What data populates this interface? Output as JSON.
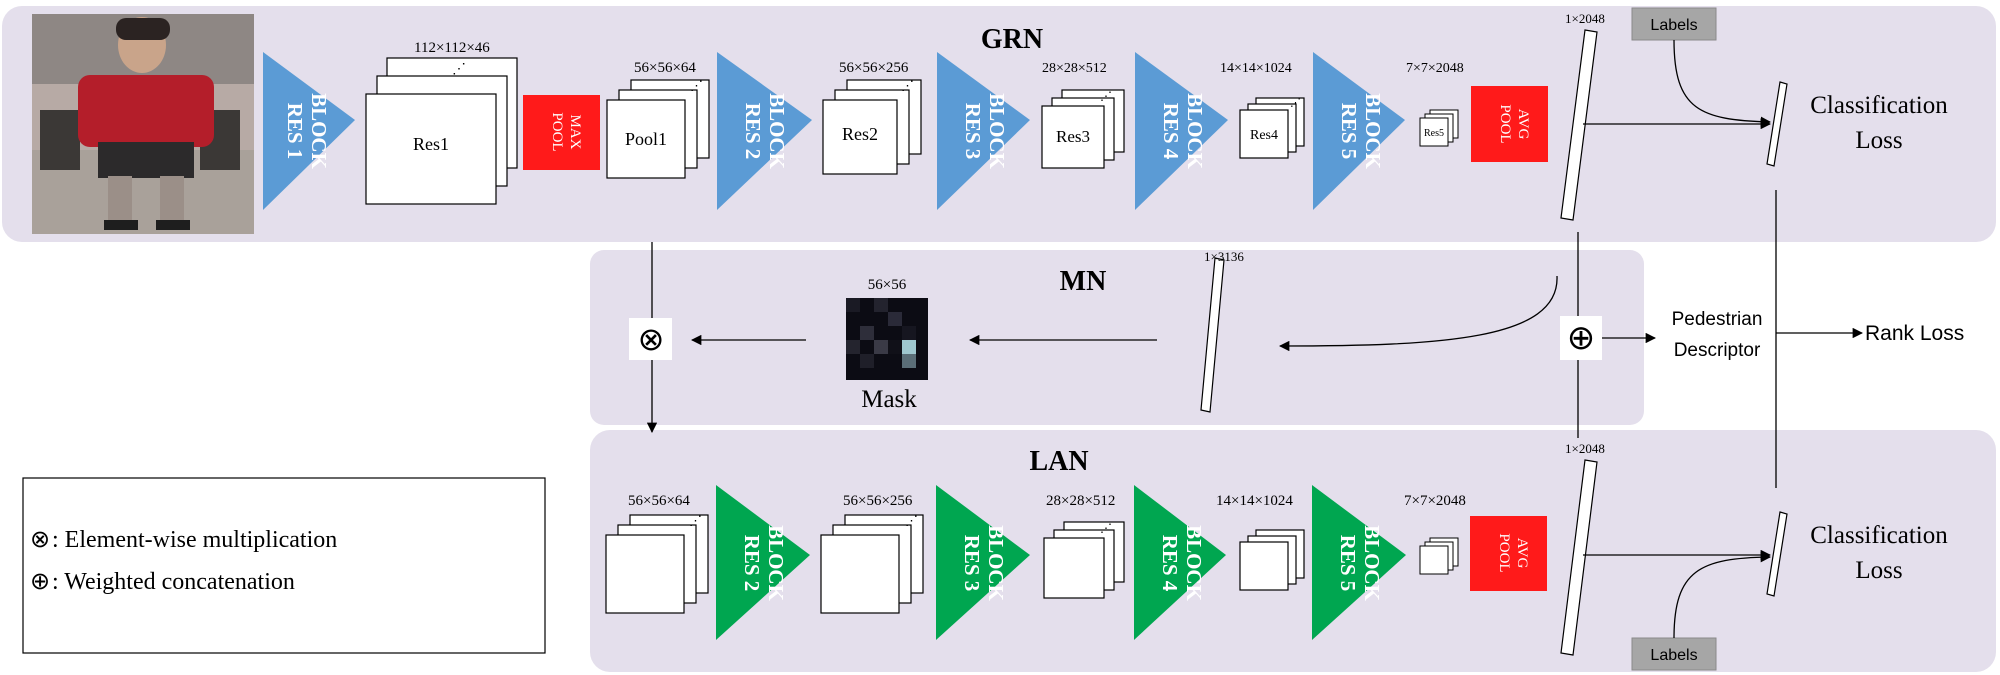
{
  "colors": {
    "panel": "#e4dfec",
    "blue_block": "#5b9bd5",
    "green_block": "#00a650",
    "pool_red": "#ff1a1a",
    "labels_box": "#a6a6a6"
  },
  "grn": {
    "title": "GRN",
    "res1": {
      "line1": "RES 1",
      "line2": "BLOCK"
    },
    "res1_dim": "112×112×46",
    "res1_map": "Res1",
    "maxpool": {
      "line1": "MAX",
      "line2": "POOL"
    },
    "pool1_dim": "56×56×64",
    "pool1_map": "Pool1",
    "res2": {
      "line1": "RES 2",
      "line2": "BLOCK"
    },
    "res2_dim": "56×56×256",
    "res2_map": "Res2",
    "res3": {
      "line1": "RES 3",
      "line2": "BLOCK"
    },
    "res3_dim": "28×28×512",
    "res3_map": "Res3",
    "res4": {
      "line1": "RES 4",
      "line2": "BLOCK"
    },
    "res4_dim": "14×14×1024",
    "res4_map": "Res4",
    "res5": {
      "line1": "RES 5",
      "line2": "BLOCK"
    },
    "res5_dim": "7×7×2048",
    "res5_map": "Res5",
    "avgpool": {
      "line1": "AVG",
      "line2": "POOL"
    },
    "feat_dim": "1×2048",
    "labels": "Labels",
    "loss_line1": "Classification",
    "loss_line2": "Loss"
  },
  "mn": {
    "title": "MN",
    "mask_dim": "56×56",
    "mask_label": "Mask",
    "vec_dim": "1×3136"
  },
  "lan": {
    "title": "LAN",
    "in_dim": "56×56×64",
    "res2": {
      "line1": "RES 2",
      "line2": "BLOCK"
    },
    "res2_dim": "56×56×256",
    "res3": {
      "line1": "RES 3",
      "line2": "BLOCK"
    },
    "res3_dim": "28×28×512",
    "res4": {
      "line1": "RES 4",
      "line2": "BLOCK"
    },
    "res4_dim": "14×14×1024",
    "res5": {
      "line1": "RES 5",
      "line2": "BLOCK"
    },
    "res5_dim": "7×7×2048",
    "avgpool": {
      "line1": "AVG",
      "line2": "POOL"
    },
    "feat_dim": "1×2048",
    "labels": "Labels",
    "loss_line1": "Classification",
    "loss_line2": "Loss"
  },
  "fusion": {
    "descriptor_line1": "Pedestrian",
    "descriptor_line2": "Descriptor",
    "rank_loss": "Rank Loss"
  },
  "legend": {
    "mult_symbol": "⊗",
    "mult_text": ": Element-wise multiplication",
    "concat_symbol": "⊕",
    "concat_text": ": Weighted concatenation"
  }
}
